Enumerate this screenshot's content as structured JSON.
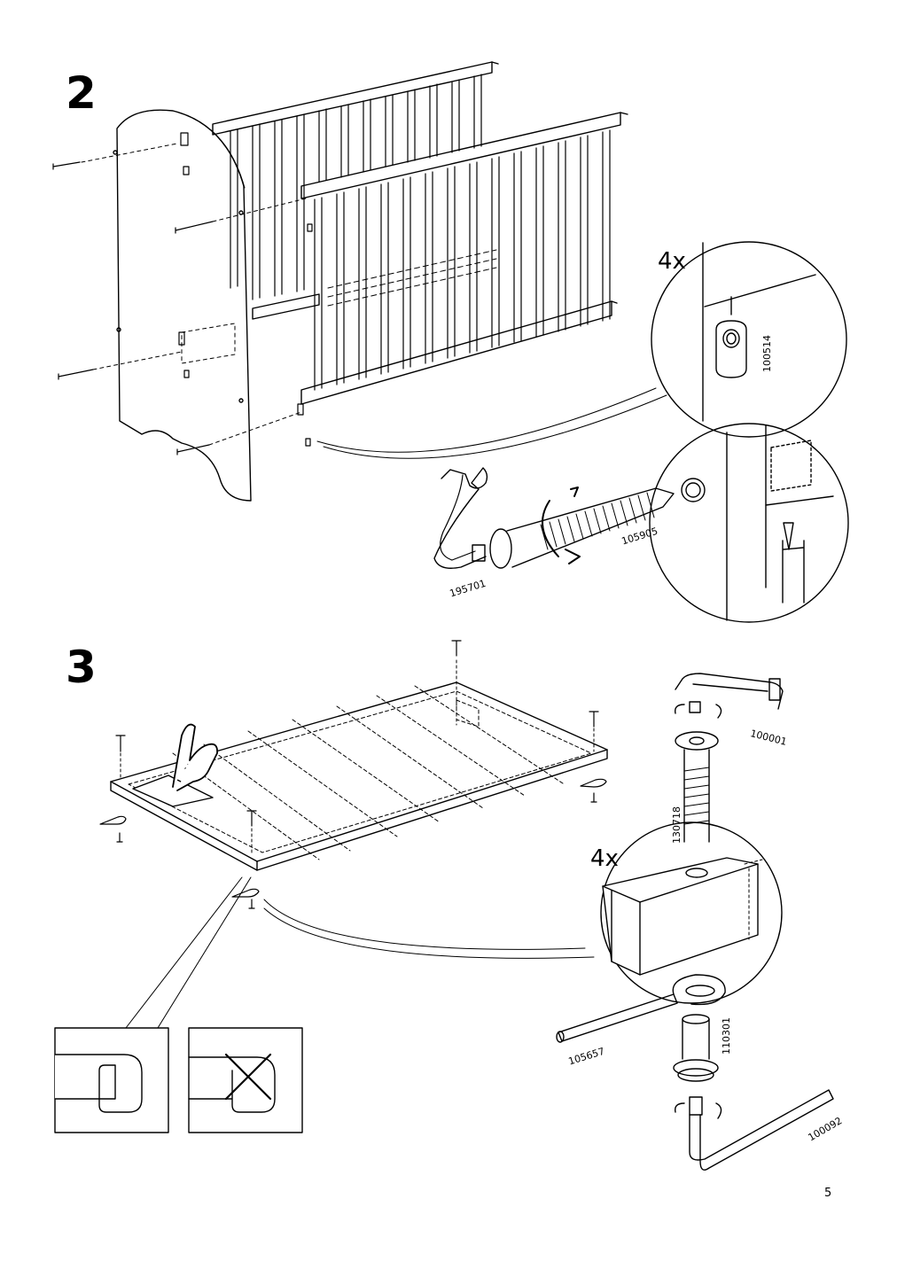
{
  "step2": {
    "number": "2",
    "quantity": "4x",
    "parts": {
      "cross_dowel": "100514",
      "bolt": "105905",
      "allen_key": "195701"
    }
  },
  "step3": {
    "number": "3",
    "quantity": "4x",
    "parts": {
      "key_top": "100001",
      "bolt": "130718",
      "hook": "105657",
      "barrel_nut": "110301",
      "key_bottom": "100092"
    }
  },
  "page_number": "5"
}
